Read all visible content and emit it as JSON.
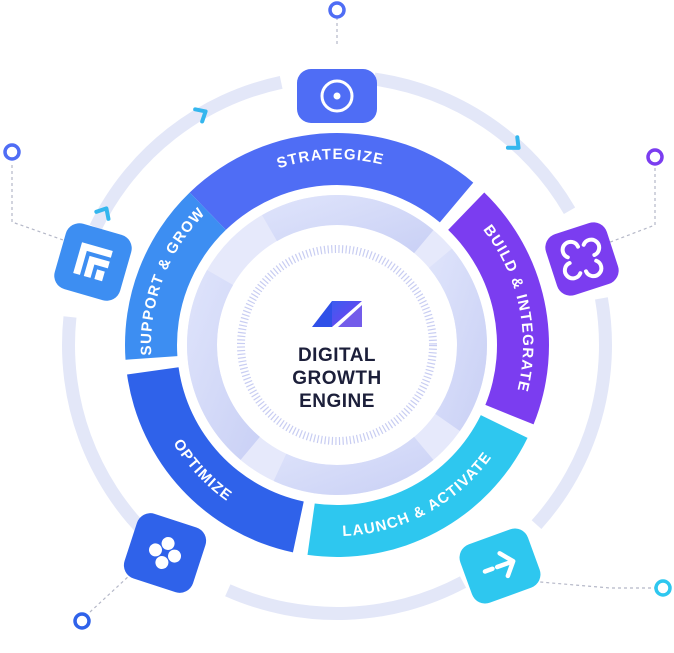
{
  "center": {
    "lines": [
      "DIGITAL",
      "GROWTH",
      "ENGINE"
    ]
  },
  "stages": [
    {
      "label": "STRATEGIZE",
      "color": "#4f6df5",
      "icon": "target-icon"
    },
    {
      "label": "BUILD & INTEGRATE",
      "color": "#7b3df0",
      "icon": "integration-knot-icon"
    },
    {
      "label": "LAUNCH & ACTIVATE",
      "color": "#2ec7ef",
      "icon": "launch-arrow-icon"
    },
    {
      "label": "OPTIMIZE",
      "color": "#2f62ea",
      "icon": "four-circles-icon"
    },
    {
      "label": "SUPPORT & GROW",
      "color": "#3d8ef2",
      "icon": "building-icon"
    }
  ],
  "colors": {
    "accent_blue": "#4f6df5",
    "accent_purple": "#7b3df0",
    "accent_cyan": "#2ec7ef",
    "outer_ring": "#e3e7f8",
    "chevron": "#34b6ee"
  }
}
